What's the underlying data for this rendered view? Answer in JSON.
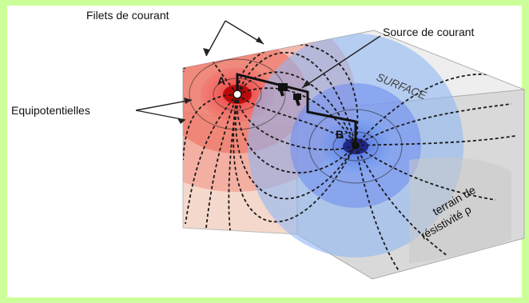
{
  "labels": {
    "filets": "Filets de courant",
    "source": "Source de courant",
    "equipot": "Equipotentielles",
    "surface": "SURFACE",
    "terrain1": "terrain de",
    "terrain2": "résistivité ρ",
    "electrode_a": "A",
    "electrode_b": "B"
  },
  "colors": {
    "border": "#ccff99",
    "block_top": "#ececec",
    "block_side": "#f4dcd2",
    "block_right": "#d6d6d6",
    "red_field": "#f24a4a",
    "blue_field": "#5f8ff2",
    "field_lines": "#1a1a1a"
  }
}
